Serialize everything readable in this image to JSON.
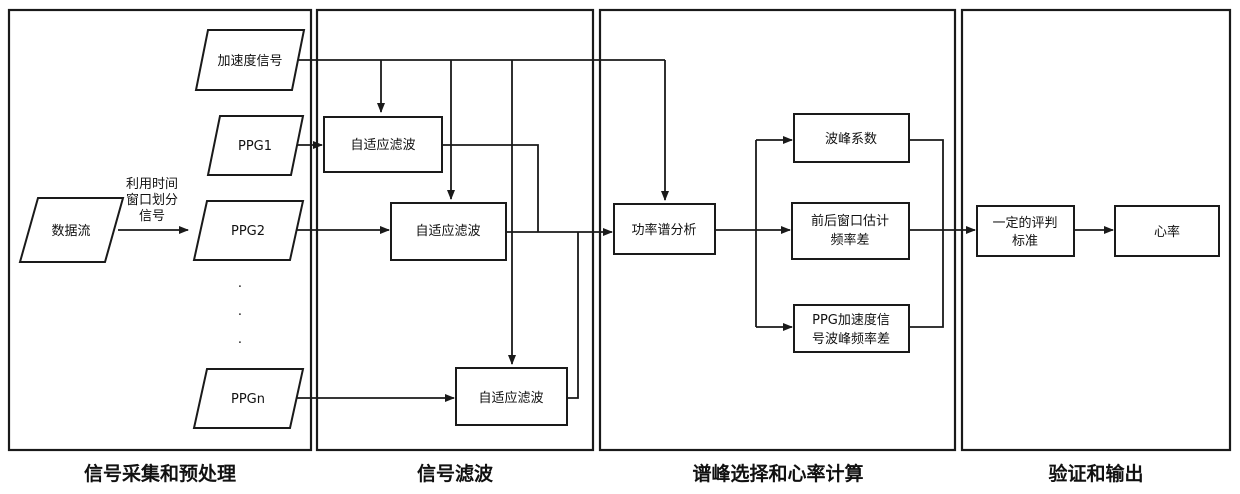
{
  "stages": {
    "acquisition": "信号采集和预处理",
    "filtering": "信号滤波",
    "peak_selection": "谱峰选择和心率计算",
    "validation": "验证和输出"
  },
  "inputs": {
    "data_stream": "数据流",
    "window_label": [
      "利用时间",
      "窗口划分",
      "信号"
    ],
    "accel": "加速度信号",
    "ppg1": "PPG1",
    "ppg2": "PPG2",
    "ppgn": "PPGn",
    "ellipsis": [
      "·",
      "·",
      "·"
    ]
  },
  "filters": {
    "filter1": "自适应滤波",
    "filter2": "自适应滤波",
    "filter3": "自适应滤波"
  },
  "analysis": {
    "power_spectrum": "功率谱分析",
    "peak_coeff": "波峰系数",
    "window_diff": [
      "前后窗口估计",
      "频率差"
    ],
    "ppg_accel_diff": [
      "PPG加速度信",
      "号波峰频率差"
    ]
  },
  "output": {
    "criterion": [
      "一定的评判",
      "标准"
    ],
    "heart_rate": "心率"
  }
}
